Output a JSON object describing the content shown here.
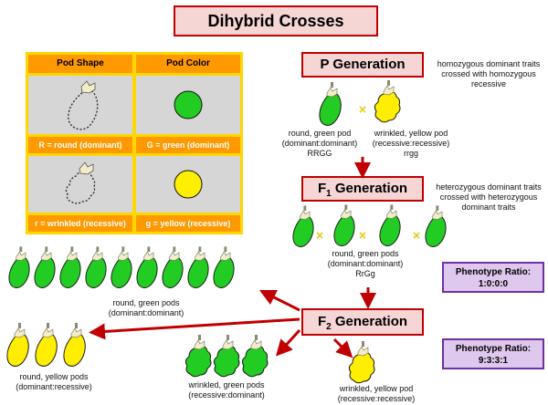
{
  "title": "Dihybrid Crosses",
  "table": {
    "col1_header": "Pod Shape",
    "col2_header": "Pod Color",
    "round_label": "R = round (dominant)",
    "green_label": "G = green (dominant)",
    "wrinkled_label": "r = wrinkled (recessive)",
    "yellow_label": "g = yellow (recessive)"
  },
  "p_generation": {
    "label": "P Generation",
    "note": [
      "homozygous dominant traits",
      "crossed with homozygous",
      "recessive"
    ],
    "left_caption": [
      "round, green pod",
      "(dominant:dominant)",
      "RRGG"
    ],
    "right_caption": [
      "wrinkled, yellow pod",
      "(recessive:recessive)",
      "rrgg"
    ]
  },
  "f1_generation": {
    "label_prefix": "F",
    "label_sub": "1",
    "label_suffix": " Generation",
    "note": [
      "heterozygous dominant traits",
      "crossed with heterozygous",
      "dominant traits"
    ],
    "caption": [
      "round, green pods",
      "(dominant:dominant)",
      "RrGg"
    ]
  },
  "f2_generation": {
    "label_prefix": "F",
    "label_sub": "2",
    "label_suffix": " Generation",
    "round_green_caption": [
      "round, green pods",
      "(dominant:dominant)"
    ],
    "round_yellow_caption": [
      "round, yellow pods",
      "(dominant:recessive)"
    ],
    "wrinkled_green_caption": [
      "wrinkled, green pods",
      "(recessive:dominant)"
    ],
    "wrinkled_yellow_caption": [
      "wrinkled, yellow pod",
      "(recessive:recessive)"
    ]
  },
  "ratio_f1": {
    "heading": "Phenotype Ratio:",
    "value": "1:0:0:0"
  },
  "ratio_f2": {
    "heading": "Phenotype Ratio:",
    "value": "9:3:3:1"
  },
  "colors": {
    "green": "#22cc22",
    "yellow": "#ffee00",
    "arrow": "#c00000",
    "table_header": "#ff9900",
    "table_border": "#ffd700"
  }
}
